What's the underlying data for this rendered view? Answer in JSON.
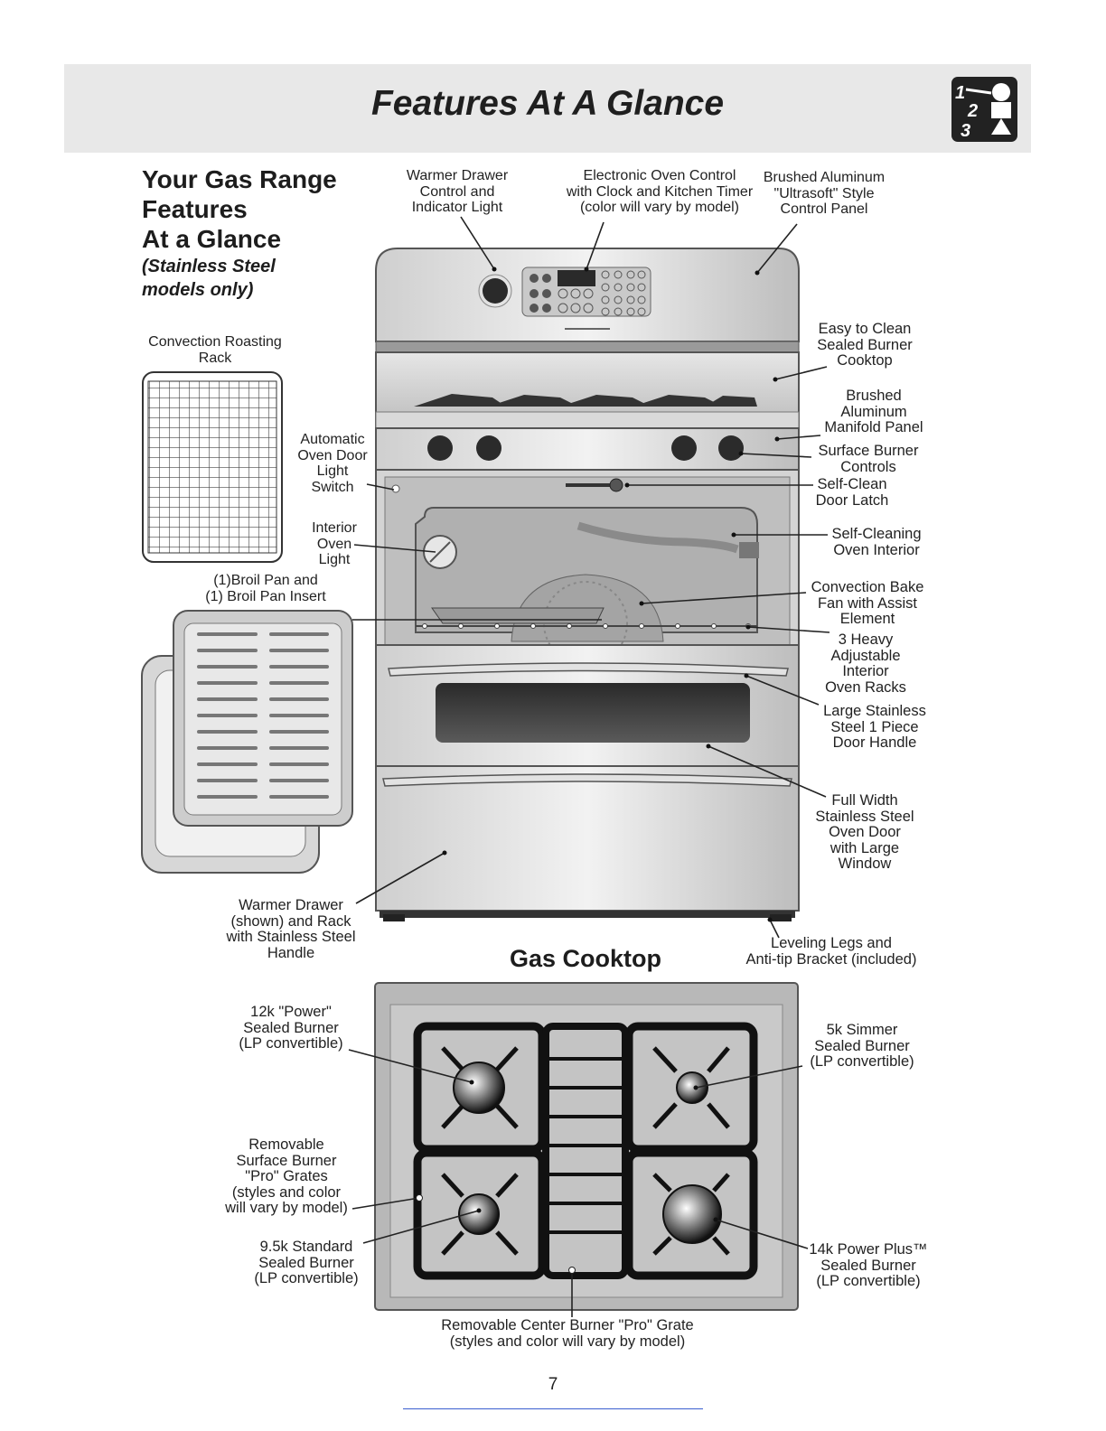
{
  "page": {
    "title": "Features At A Glance",
    "number": "7"
  },
  "intro": {
    "heading_lines": [
      "Your Gas Range",
      "Features",
      "At a Glance"
    ],
    "subheading_lines": [
      "(Stainless Steel",
      "models only)"
    ]
  },
  "range_callouts": {
    "warmer_drawer_control": "Warmer Drawer\nControl and\nIndicator Light",
    "electronic_oven_control": "Electronic Oven Control\nwith Clock and Kitchen Timer\n(color will vary by model)",
    "control_panel": "Brushed Aluminum\n\"Ultrasoft\" Style\nControl Panel",
    "cooktop": "Easy to Clean\nSealed Burner\nCooktop",
    "manifold_panel": "Brushed\nAluminum\nManifold Panel",
    "burner_controls": "Surface Burner\nControls",
    "door_latch": "Self-Clean\nDoor Latch",
    "oven_interior": "Self-Cleaning\nOven Interior",
    "convection_fan": "Convection Bake\nFan with Assist\nElement",
    "oven_racks": "3 Heavy\nAdjustable\nInterior\nOven Racks",
    "door_handle": "Large Stainless\nSteel 1 Piece\nDoor Handle",
    "oven_door": "Full Width\nStainless Steel\nOven Door\nwith Large\nWindow",
    "leveling_legs": "Leveling Legs and\nAnti-tip Bracket (included)",
    "door_light_switch": "Automatic\nOven Door\nLight\nSwitch",
    "interior_light": "Interior\nOven\nLight",
    "roasting_rack": "Convection Roasting\nRack",
    "broil_pan": "(1)Broil Pan and\n(1) Broil Pan Insert",
    "warmer_drawer": "Warmer Drawer\n(shown) and Rack\nwith Stainless Steel\nHandle"
  },
  "cooktop": {
    "title": "Gas Cooktop",
    "power_burner": "12k \"Power\"\nSealed Burner\n(LP convertible)",
    "simmer_burner": "5k Simmer\nSealed Burner\n(LP convertible)",
    "grates": "Removable\nSurface Burner\n\"Pro\" Grates\n(styles and color\nwill vary by model)",
    "standard_burner": "9.5k Standard\nSealed Burner\n(LP convertible)",
    "power_plus_burner": "14k Power Plus™\nSealed Burner\n(LP convertible)",
    "center_grate": "Removable Center Burner \"Pro\" Grate\n(styles and color will vary by model)"
  },
  "icons": [
    "steps-1-2-3-icon"
  ]
}
